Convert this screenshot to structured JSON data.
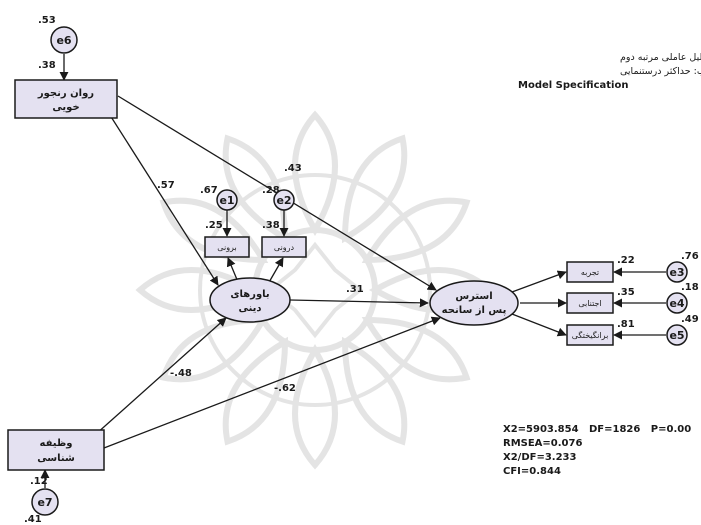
{
  "header": {
    "line1": "تحلیل عاملی مرتبه دوم",
    "line2": "روش محاسبه ضرایب: حداکثر درستنمایی",
    "line3": "Model Specification"
  },
  "fit_stats": {
    "line1": "X2=5903.854   DF=1826   P=0.00",
    "line2": "RMSEA=0.076",
    "line3": "X2/DF=3.233",
    "line4": "CFI=0.844"
  },
  "nodes": {
    "neuroticism": {
      "line1": "روان رنجور",
      "line2": "خویی"
    },
    "conscientiousness": {
      "line1": "وظیفه",
      "line2": "شناسی"
    },
    "beliefs": {
      "line1": "باورهای",
      "line2": "دینی"
    },
    "stress": {
      "line1": "استرس",
      "line2": "پس از سانحه"
    },
    "internal": "درونی",
    "external": "برونی",
    "experience": "تجربه",
    "avoidance": "اجتنابی",
    "arousal": "برانگیختگی"
  },
  "errors": {
    "e6": "e6",
    "e7": "e7",
    "e1": "e1",
    "e2": "e2",
    "e3": "e3",
    "e4": "e4",
    "e5": "e5"
  },
  "coefficients": {
    "e6_var": ".53",
    "neuro_r2": ".38",
    "neuro_beliefs": ".57",
    "neuro_stress": ".43",
    "e1_var": ".67",
    "e2_var": ".28",
    "ext_r2": ".25",
    "int_r2": ".38",
    "beliefs_stress": ".31",
    "consc_beliefs": "-.48",
    "consc_stress": "-.62",
    "consc_r2": ".12",
    "e7_var": ".41",
    "exp_r2": ".22",
    "avoid_r2": ".35",
    "arousal_r2": ".81",
    "e3_var": ".76",
    "e4_var": ".18",
    "e5_var": ".49"
  },
  "colors": {
    "node_fill": "#e4e1f1",
    "stroke": "#1a1a1a",
    "watermark": "#d9d9d9"
  }
}
